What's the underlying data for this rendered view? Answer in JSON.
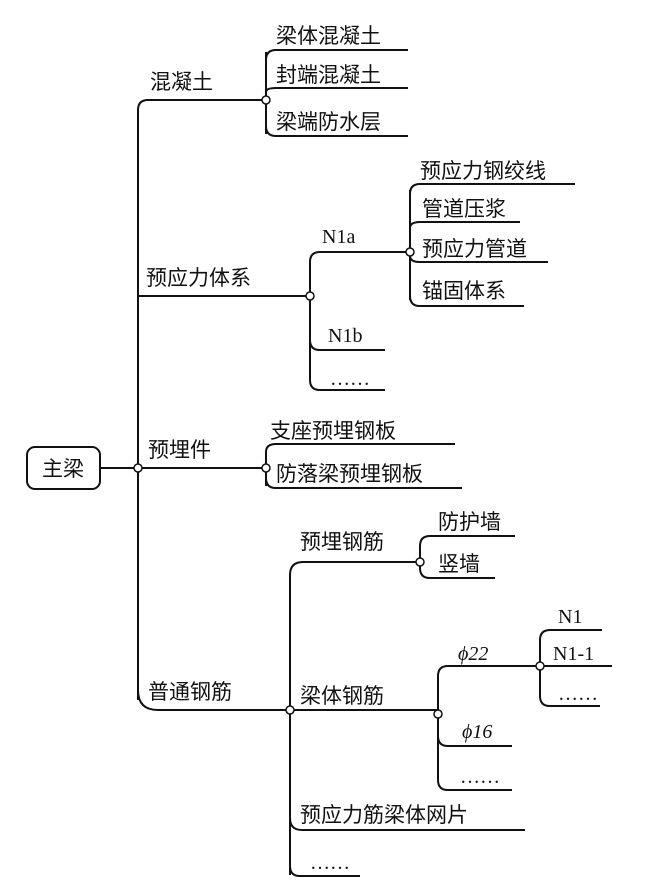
{
  "root": "主梁",
  "branches": {
    "concrete": {
      "label": "混凝土",
      "children": [
        "梁体混凝土",
        "封端混凝土",
        "梁端防水层"
      ]
    },
    "prestress": {
      "label": "预应力体系",
      "n1a": {
        "label": "N1a",
        "children": [
          "预应力钢绞线",
          "管道压浆",
          "预应力管道",
          "锚固体系"
        ]
      },
      "n1b": "N1b",
      "more": "……"
    },
    "embedded": {
      "label": "预埋件",
      "children": [
        "支座预埋钢板",
        "防落梁预埋钢板"
      ]
    },
    "rebar": {
      "label": "普通钢筋",
      "embedded_rebar": {
        "label": "预埋钢筋",
        "children": [
          "防护墙",
          "竖墙"
        ]
      },
      "beam_rebar": {
        "label": "梁体钢筋",
        "phi22": {
          "label": "ϕ22",
          "children": [
            "N1",
            "N1-1",
            "……"
          ]
        },
        "phi16": "ϕ16",
        "more": "……"
      },
      "mesh": "预应力筋梁体网片",
      "more": "……"
    }
  }
}
